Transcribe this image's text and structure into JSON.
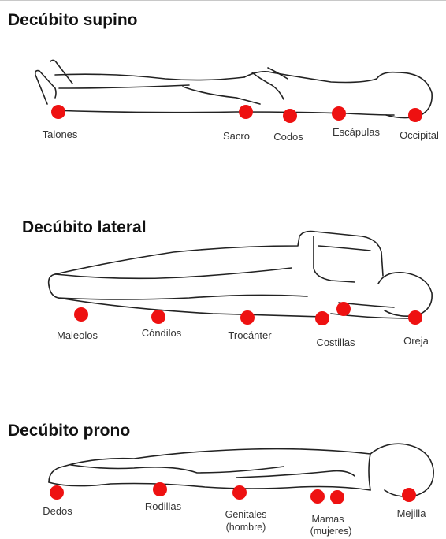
{
  "panels": [
    {
      "title": "Decúbito supino",
      "labels": [
        "Talones",
        "Sacro",
        "Codos",
        "Escápulas",
        "Occipital"
      ]
    },
    {
      "title": "Decúbito lateral",
      "labels": [
        "Maleolos",
        "Cóndilos",
        "Trocánter",
        "Costillas",
        "Oreja"
      ]
    },
    {
      "title": "Decúbito prono",
      "labels": [
        "Dedos",
        "Rodillas",
        "Genitales",
        "(hombre)",
        "Mamas",
        "(mujeres)",
        "Mejilla"
      ]
    }
  ],
  "colors": {
    "pressure_point": "#ee1111",
    "outline": "#222222",
    "text": "#333333"
  }
}
